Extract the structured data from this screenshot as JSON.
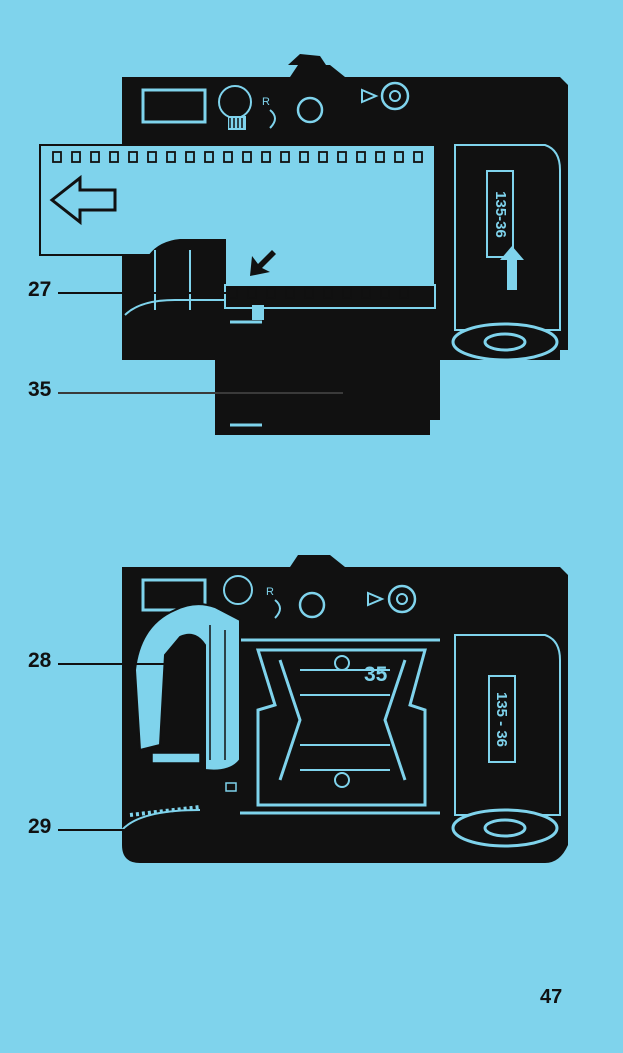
{
  "figure_top": {
    "callouts": [
      {
        "id": "27",
        "label": "27"
      },
      {
        "id": "35",
        "label": "35"
      }
    ],
    "cassette_label": "135-36"
  },
  "figure_bottom": {
    "callouts": [
      {
        "id": "28",
        "label": "28"
      },
      {
        "id": "29",
        "label": "29"
      }
    ],
    "inner_label": "35",
    "cassette_label": "135 - 36"
  },
  "page_number": "47",
  "colors": {
    "background": "#7fd3ec",
    "ink": "#111111"
  }
}
